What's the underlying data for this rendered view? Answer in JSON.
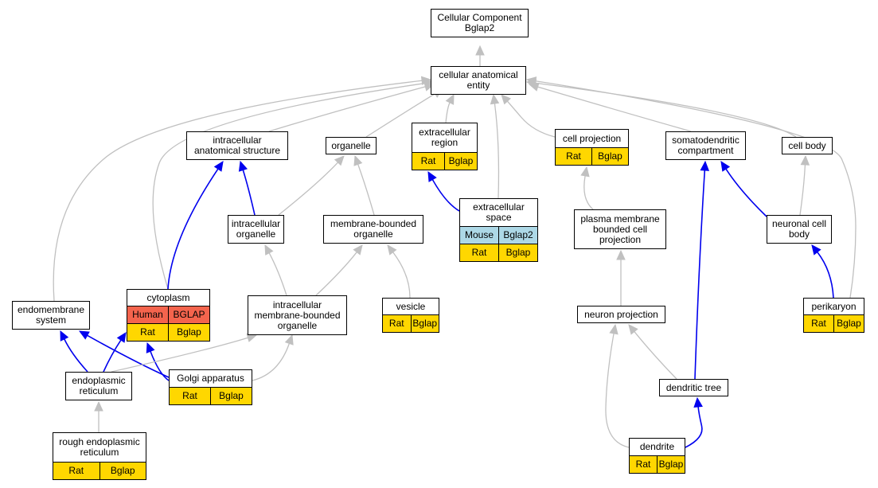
{
  "colors": {
    "rat": "#FFD700",
    "mouse": "#ADD8E6",
    "human": "#F4644D",
    "edge_is_a": "#C0C0C0",
    "edge_part_of": "#0000EE"
  },
  "nodes": {
    "root": {
      "title": "Cellular Component\nBglap2",
      "rows": []
    },
    "cae": {
      "title": "cellular anatomical\nentity",
      "rows": []
    },
    "ias": {
      "title": "intracellular\nanatomical structure",
      "rows": []
    },
    "organelle": {
      "title": "organelle",
      "rows": []
    },
    "ecr": {
      "title": "extracellular\nregion",
      "rows": [
        [
          {
            "text": "Rat",
            "color": "rat"
          },
          {
            "text": "Bglap",
            "color": "rat"
          }
        ]
      ]
    },
    "cp": {
      "title": "cell projection",
      "rows": [
        [
          {
            "text": "Rat",
            "color": "rat"
          },
          {
            "text": "Bglap",
            "color": "rat"
          }
        ]
      ]
    },
    "sdc": {
      "title": "somatodendritic\ncompartment",
      "rows": []
    },
    "cb": {
      "title": "cell body",
      "rows": []
    },
    "io": {
      "title": "intracellular\norganelle",
      "rows": []
    },
    "mbo": {
      "title": "membrane-bounded\norganelle",
      "rows": []
    },
    "ecs": {
      "title": "extracellular\nspace",
      "rows": [
        [
          {
            "text": "Mouse",
            "color": "mouse"
          },
          {
            "text": "Bglap2",
            "color": "mouse"
          }
        ],
        [
          {
            "text": "Rat",
            "color": "rat"
          },
          {
            "text": "Bglap",
            "color": "rat"
          }
        ]
      ]
    },
    "pmbcp": {
      "title": "plasma membrane\nbounded cell\nprojection",
      "rows": []
    },
    "ncb": {
      "title": "neuronal cell\nbody",
      "rows": []
    },
    "cyto": {
      "title": "cytoplasm",
      "rows": [
        [
          {
            "text": "Human",
            "color": "human"
          },
          {
            "text": "BGLAP",
            "color": "human"
          }
        ],
        [
          {
            "text": "Rat",
            "color": "rat"
          },
          {
            "text": "Bglap",
            "color": "rat"
          }
        ]
      ]
    },
    "ems": {
      "title": "endomembrane\nsystem",
      "rows": []
    },
    "imbo": {
      "title": "intracellular\nmembrane-bounded\norganelle",
      "rows": []
    },
    "ves": {
      "title": "vesicle",
      "rows": [
        [
          {
            "text": "Rat",
            "color": "rat"
          },
          {
            "text": "Bglap",
            "color": "rat"
          }
        ]
      ]
    },
    "np": {
      "title": "neuron projection",
      "rows": []
    },
    "peri": {
      "title": "perikaryon",
      "rows": [
        [
          {
            "text": "Rat",
            "color": "rat"
          },
          {
            "text": "Bglap",
            "color": "rat"
          }
        ]
      ]
    },
    "er": {
      "title": "endoplasmic\nreticulum",
      "rows": []
    },
    "golgi": {
      "title": "Golgi apparatus",
      "rows": [
        [
          {
            "text": "Rat",
            "color": "rat"
          },
          {
            "text": "Bglap",
            "color": "rat"
          }
        ]
      ]
    },
    "dt": {
      "title": "dendritic tree",
      "rows": []
    },
    "rer": {
      "title": "rough endoplasmic\nreticulum",
      "rows": [
        [
          {
            "text": "Rat",
            "color": "rat"
          },
          {
            "text": "Bglap",
            "color": "rat"
          }
        ]
      ]
    },
    "dendrite": {
      "title": "dendrite",
      "rows": [
        [
          {
            "text": "Rat",
            "color": "rat"
          },
          {
            "text": "Bglap",
            "color": "rat"
          }
        ]
      ]
    }
  },
  "edges": [
    {
      "from": "cae",
      "to": "root",
      "type": "is_a"
    },
    {
      "from": "ias",
      "to": "cae",
      "type": "is_a"
    },
    {
      "from": "organelle",
      "to": "cae",
      "type": "is_a"
    },
    {
      "from": "ecr",
      "to": "cae",
      "type": "is_a"
    },
    {
      "from": "ecs",
      "to": "cae",
      "type": "is_a"
    },
    {
      "from": "cp",
      "to": "cae",
      "type": "is_a"
    },
    {
      "from": "sdc",
      "to": "cae",
      "type": "is_a"
    },
    {
      "from": "cb",
      "to": "cae",
      "type": "is_a"
    },
    {
      "from": "peri",
      "to": "cae",
      "type": "is_a"
    },
    {
      "from": "ems",
      "to": "cae",
      "type": "is_a"
    },
    {
      "from": "cyto",
      "to": "cae",
      "type": "is_a"
    },
    {
      "from": "io",
      "to": "ias",
      "type": "part_of"
    },
    {
      "from": "cyto",
      "to": "ias",
      "type": "part_of"
    },
    {
      "from": "io",
      "to": "organelle",
      "type": "is_a"
    },
    {
      "from": "mbo",
      "to": "organelle",
      "type": "is_a"
    },
    {
      "from": "ecs",
      "to": "ecr",
      "type": "part_of"
    },
    {
      "from": "pmbcp",
      "to": "cp",
      "type": "is_a"
    },
    {
      "from": "dt",
      "to": "sdc",
      "type": "part_of"
    },
    {
      "from": "ncb",
      "to": "sdc",
      "type": "part_of"
    },
    {
      "from": "ncb",
      "to": "cb",
      "type": "is_a"
    },
    {
      "from": "peri",
      "to": "ncb",
      "type": "part_of"
    },
    {
      "from": "imbo",
      "to": "io",
      "type": "is_a"
    },
    {
      "from": "imbo",
      "to": "mbo",
      "type": "is_a"
    },
    {
      "from": "ves",
      "to": "mbo",
      "type": "is_a"
    },
    {
      "from": "np",
      "to": "pmbcp",
      "type": "is_a"
    },
    {
      "from": "er",
      "to": "ems",
      "type": "part_of"
    },
    {
      "from": "golgi",
      "to": "ems",
      "type": "part_of"
    },
    {
      "from": "er",
      "to": "cyto",
      "type": "part_of"
    },
    {
      "from": "golgi",
      "to": "cyto",
      "type": "part_of"
    },
    {
      "from": "er",
      "to": "imbo",
      "type": "is_a"
    },
    {
      "from": "golgi",
      "to": "imbo",
      "type": "is_a"
    },
    {
      "from": "rer",
      "to": "er",
      "type": "is_a"
    },
    {
      "from": "dt",
      "to": "np",
      "type": "is_a"
    },
    {
      "from": "dendrite",
      "to": "np",
      "type": "is_a"
    },
    {
      "from": "dendrite",
      "to": "dt",
      "type": "part_of"
    }
  ]
}
